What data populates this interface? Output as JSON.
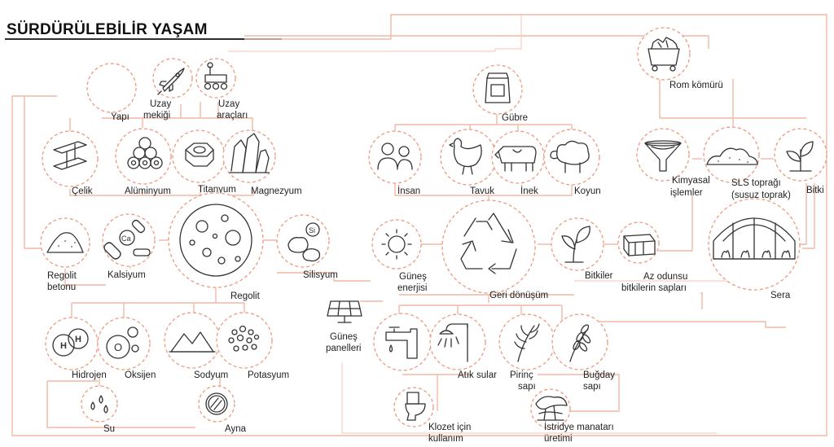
{
  "title": "SÜRDÜRÜLEBİLİR YAŞAM",
  "colors": {
    "accent": "#ec9a82",
    "line": "#f0b8a6",
    "text": "#222222"
  },
  "labels": {
    "yapi": "Yapı",
    "uzay_mekigi_1": "Uzay",
    "uzay_mekigi_2": "mekiği",
    "uzay_araclari_1": "Uzay",
    "uzay_araclari_2": "araçları",
    "celik": "Çelik",
    "aluminyum": "Alüminyum",
    "titanyum": "Titanyum",
    "magnezyum": "Magnezyum",
    "regolit_betonu_1": "Regolit",
    "regolit_betonu_2": "betonu",
    "kalsiyum": "Kalsiyum",
    "regolit": "Regolit",
    "silisyum": "Silisyum",
    "hidrojen": "Hidrojen",
    "oksijen": "Oksijen",
    "sodyum": "Sodyum",
    "potasyum": "Potasyum",
    "su": "Su",
    "ayna": "Ayna",
    "gubre": "Gübre",
    "insan": "İnsan",
    "tavuk": "Tavuk",
    "inek": "İnek",
    "koyun": "Koyun",
    "gunes_enerjisi_1": "Güneş",
    "gunes_enerjisi_2": "enerjisi",
    "geri_donusum": "Geri dönüşüm",
    "bitkiler": "Bitkiler",
    "gunes_panelleri_1": "Güneş",
    "gunes_panelleri_2": "panelleri",
    "atik_sular": "Atık sular",
    "pirinc_sapi_1": "Pirinç",
    "pirinc_sapi_2": "sapı",
    "bugday_sapi_1": "Buğday",
    "bugday_sapi_2": "sapı",
    "klozet_1": "Klozet için",
    "klozet_2": "kullanım",
    "istiridye_1": "İstridye manatarı",
    "istiridye_2": "üretimi",
    "rom_komuru": "Rom kömürü",
    "kimyasal_1": "Kimyasal",
    "kimyasal_2": "işlemler",
    "sls_1": "SLS toprağı",
    "sls_2": "(susuz toprak)",
    "bitki": "Bitki",
    "az_odunsu_1": "Az odunsu",
    "az_odunsu_2": "bitkilerin sapları",
    "sera": "Sera"
  },
  "icons": {
    "element_h": "H",
    "element_o": "O",
    "element_ca": "Ca",
    "element_si": "Si"
  }
}
